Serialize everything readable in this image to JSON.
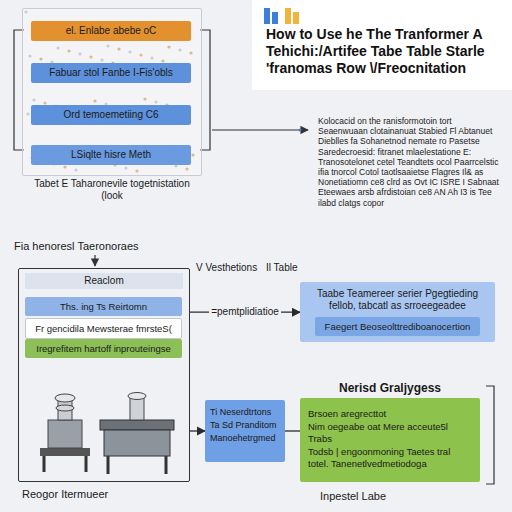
{
  "diagram": {
    "title": "How to Use he The Tranformer A Tehichi:/Artifee Tabe Table Starle 'franomas Row \\/Freocnitation",
    "nodes": [
      {
        "text": [
          "Tabet E Taharonevile togetnistation (look"
        ]
      },
      {
        "text": [
          "el. Enlabe abebe oC"
        ],
        "in": 0
      },
      {
        "text": [
          "Fabuar stol Fanbe I-Fis'obls"
        ],
        "in": 0
      },
      {
        "text": [
          "Ord temoemetiing C6"
        ],
        "in": 0
      },
      {
        "text": [
          "LSiqlte hisre Meth"
        ],
        "in": 0
      },
      {
        "text": [
          "Reaclom"
        ]
      },
      {
        "text": [
          "Ths. ing Ts Reirtomn"
        ],
        "in": 5
      },
      {
        "text": [
          "Fr gencidila Mewsterae fmrsteS("
        ],
        "in": 5
      },
      {
        "text": [
          "Iregrefitem hartoff inprouteingse"
        ],
        "in": 5
      },
      {
        "text": [
          "Taabe Teamereer serier Pgegtieding fellob, tabcatl as srroeegeadee"
        ]
      },
      {
        "text": [
          "Faegert Beoseolttrediboanocertion"
        ],
        "in": 9
      },
      {
        "text": [
          "Ti Neserdtrtons",
          "Ta Sd Pranditom",
          "Manoehetrgmed"
        ]
      },
      {
        "text": [
          "Nerisd Graljygess",
          "Brsoen aregrecttot",
          "Nim oegeabe oat Mere acceute5l Trabs",
          "Todsb | engoonmoning Taetes tral totel. Tanenetlvedmetiodoga"
        ]
      }
    ],
    "edges": [
      {
        "from": 5,
        "to": 9,
        "label": "=pemtplidiatioe",
        "arrow": "to"
      },
      {
        "from": 5,
        "to": 11,
        "arrow": "to"
      },
      {
        "from": 11,
        "to": 12,
        "arrow": "none"
      }
    ],
    "labels": [
      "Kolocacid on the ranisformotoin tort Seaenwuaan clotainanuat Stabied Fl Abtanuet Dieblles fa Sohanetnod nemate ro Pasetse Saredecroesid: fitranet mlaelestatione E: Tranosotelonet cetel Teandtets ocol Paarrcelstic ifia tnorcol Cotol taotlsaaietse Flagres Il& as Nonetiatiomn ce8 clrd as Ovt IC ISRE I Sabnaat Eteewaes arsb afrdistoian ce8 AN Ah I3 is Tee ilabd clatgs copor",
      "Fia henoresl Taeronoraes",
      "V Vesthetions",
      "Il Table",
      "Reogor Itermueer",
      "Inpestel Labe"
    ]
  }
}
